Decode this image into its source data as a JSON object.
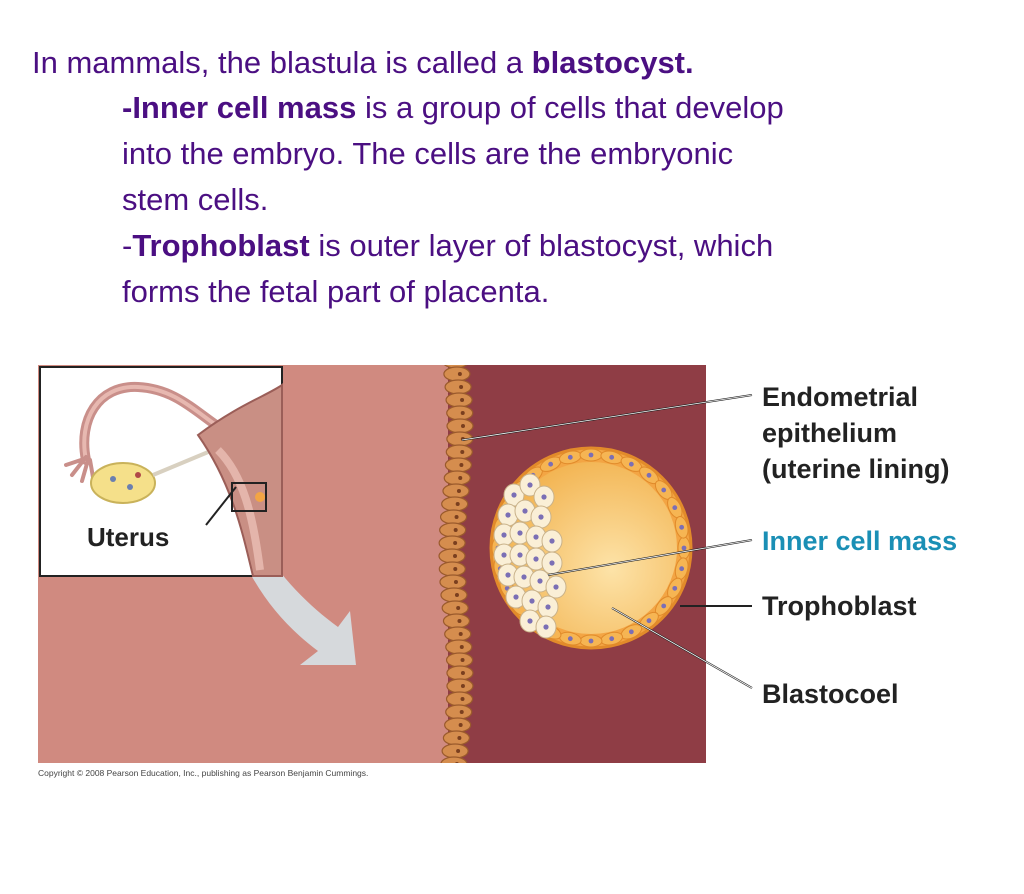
{
  "text": {
    "line1_pre": "In mammals, the blastula is called a ",
    "line1_bold": "blastocyst.",
    "icm_bold": "-Inner cell mass",
    "icm_rest": " is a group of cells that develop",
    "icm_line2": "into the embryo.  The cells are the embryonic",
    "icm_line3": "stem cells.",
    "tropho_dash": "-",
    "tropho_bold": "Trophoblast",
    "tropho_rest": " is outer layer of blastocyst, which",
    "tropho_line2": "forms the fetal part of placenta."
  },
  "figure": {
    "inset_label": "Uterus",
    "labels": {
      "endometrial": "Endometrial",
      "epithelium": "epithelium",
      "uterine_lining": "(uterine lining)",
      "inner_cell_mass": "Inner cell mass",
      "trophoblast": "Trophoblast",
      "blastocoel": "Blastocoel"
    },
    "copyright": "Copyright © 2008 Pearson Education, Inc., publishing as Pearson Benjamin Cummings."
  },
  "colors": {
    "text_purple": "#4b0f82",
    "uterine_lumen": "#d08a80",
    "endometrium": "#8f3d45",
    "inner_cell_mass_label": "#1a8fb5",
    "blastocoel_fill": "#f7c46a"
  }
}
